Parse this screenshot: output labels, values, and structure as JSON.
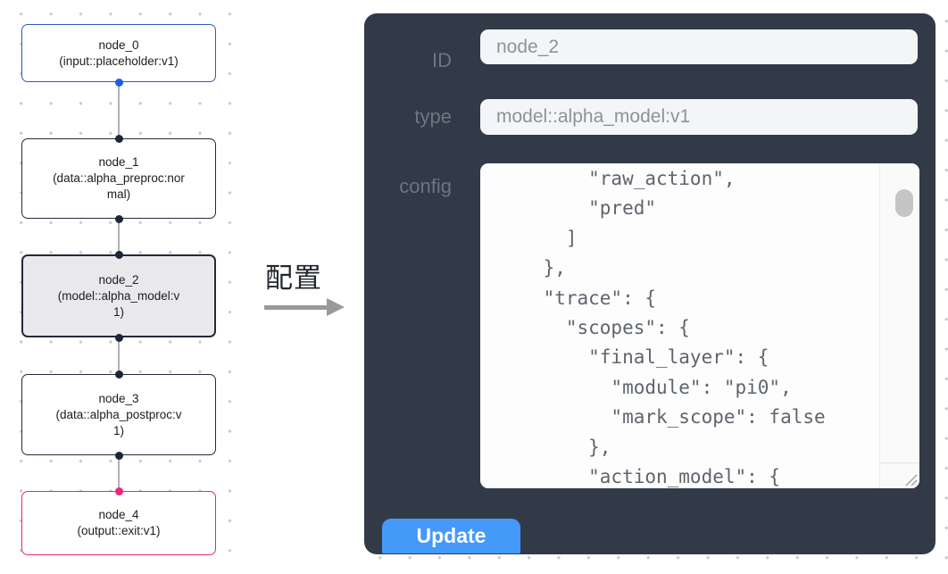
{
  "canvas": {
    "nodes": [
      {
        "id": "node_0",
        "title": "node_0",
        "subtitle": "(input::placeholder:v1)",
        "variant": "input",
        "handles": [
          "bottom"
        ]
      },
      {
        "id": "node_1",
        "title": "node_1",
        "subtitle": "(data::alpha_preproc:normal)",
        "variant": "default",
        "handles": [
          "top",
          "bottom"
        ]
      },
      {
        "id": "node_2",
        "title": "node_2",
        "subtitle": "(model::alpha_model:v1)",
        "variant": "selected",
        "handles": [
          "top",
          "bottom"
        ]
      },
      {
        "id": "node_3",
        "title": "node_3",
        "subtitle": "(data::alpha_postproc:v1)",
        "variant": "default",
        "handles": [
          "top",
          "bottom"
        ]
      },
      {
        "id": "node_4",
        "title": "node_4",
        "subtitle": "(output::exit:v1)",
        "variant": "output",
        "handles": [
          "top"
        ]
      }
    ]
  },
  "annotation": {
    "label": "配置"
  },
  "panel": {
    "fields": [
      {
        "label": "ID",
        "value": "node_2"
      },
      {
        "label": "type",
        "value": "model::alpha_model:v1"
      }
    ],
    "config_label": "config",
    "config_text": "        \"raw_action\",\n        \"pred\"\n      ]\n    },\n    \"trace\": {\n      \"scopes\": {\n        \"final_layer\": {\n          \"module\": \"pi0\",\n          \"mark_scope\": false\n        },\n        \"action_model\": {",
    "update_label": "Update"
  },
  "colors": {
    "panel_bg": "#323a48",
    "accent_blue": "#4599f8",
    "node_input_border": "#2b59c4",
    "node_default_border": "#222b3a",
    "node_selected_bg": "#e9e9eb",
    "node_output_border": "#e62578",
    "handle_blue": "#1a5fe8",
    "handle_dark": "#1d2636",
    "handle_pink": "#ee2679",
    "edge_gray": "#b1b1b7",
    "field_bg": "#f4f5f7",
    "field_text": "#8d929b",
    "config_text_color": "#5f646d",
    "panel_label_text": "#6e7480",
    "arrow_gray": "#9a9a9a"
  }
}
